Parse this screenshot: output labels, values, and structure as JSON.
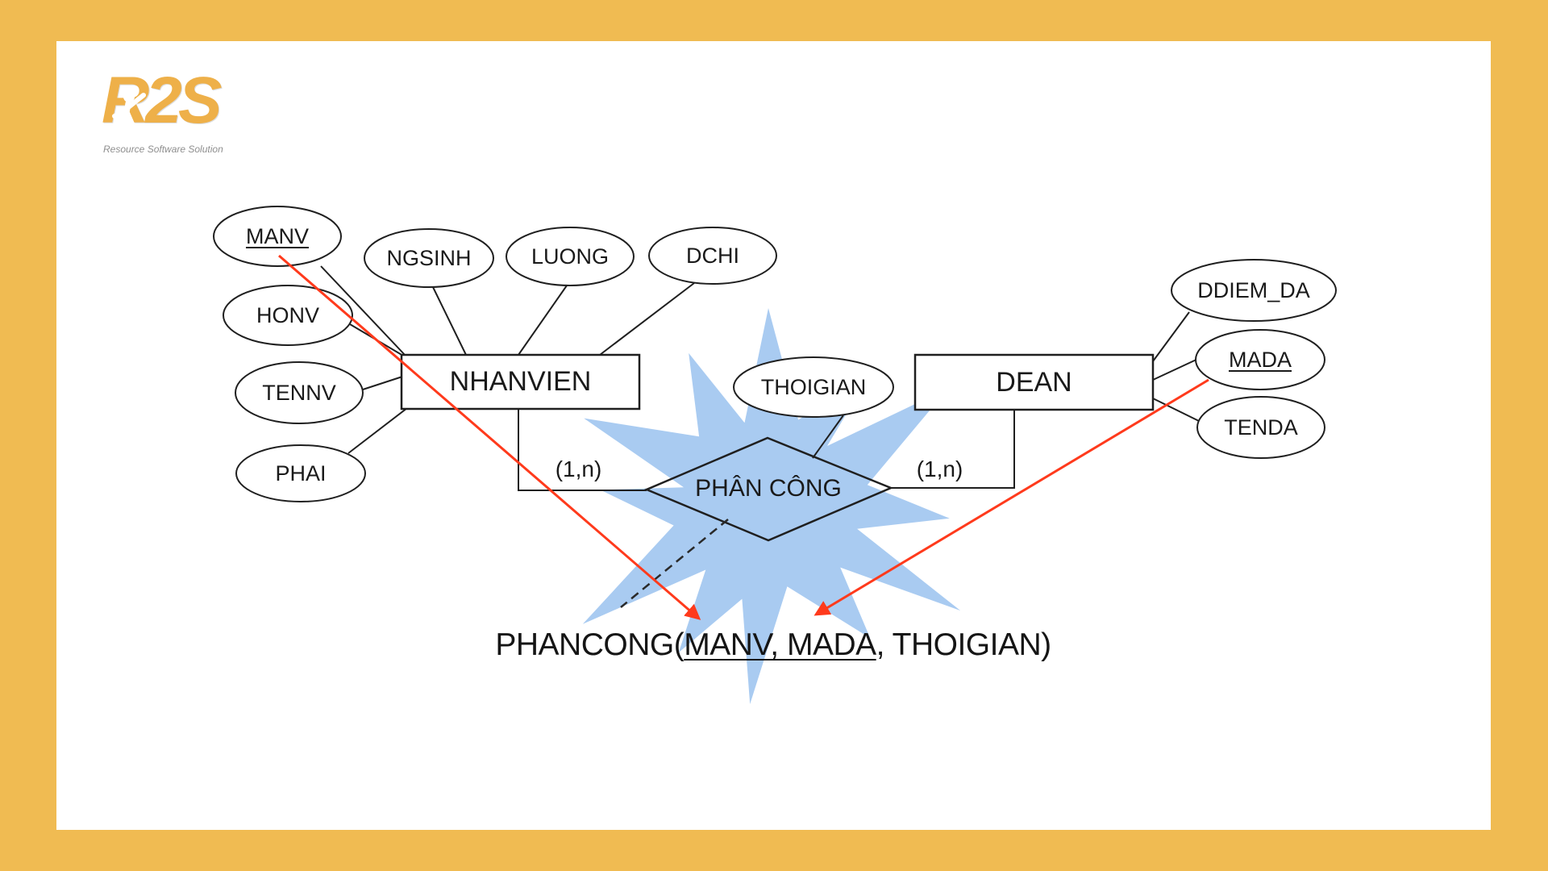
{
  "logo": {
    "brand": "R2S",
    "tagline": "Resource Software Solution"
  },
  "diagram": {
    "entity_nhanvien": "NHANVIEN",
    "entity_dean": "DEAN",
    "relationship": "PHÂN CÔNG",
    "attr_manv": "MANV",
    "attr_ngsinh": "NGSINH",
    "attr_luong": "LUONG",
    "attr_dchi": "DCHI",
    "attr_honv": "HONV",
    "attr_tennv": "TENNV",
    "attr_phai": "PHAI",
    "attr_thoigian": "THOIGIAN",
    "attr_ddiem_da": "DDIEM_DA",
    "attr_mada": "MADA",
    "attr_tenda": "TENDA",
    "cardinality_left": "(1,n)",
    "cardinality_right": "(1,n)",
    "result_prefix": "PHANCONG(",
    "result_keys": "MANV, MADA",
    "result_suffix": ", THOIGIAN)"
  },
  "colors": {
    "page_border": "#F0BB52",
    "canvas": "#FFFFFF",
    "starburst": "#A9CBF1",
    "shape_stroke": "#1F1F1F",
    "arrow_red": "#FF3A1C",
    "brand_gold": "#EEB049",
    "tagline_gray": "#8F8F8F"
  }
}
